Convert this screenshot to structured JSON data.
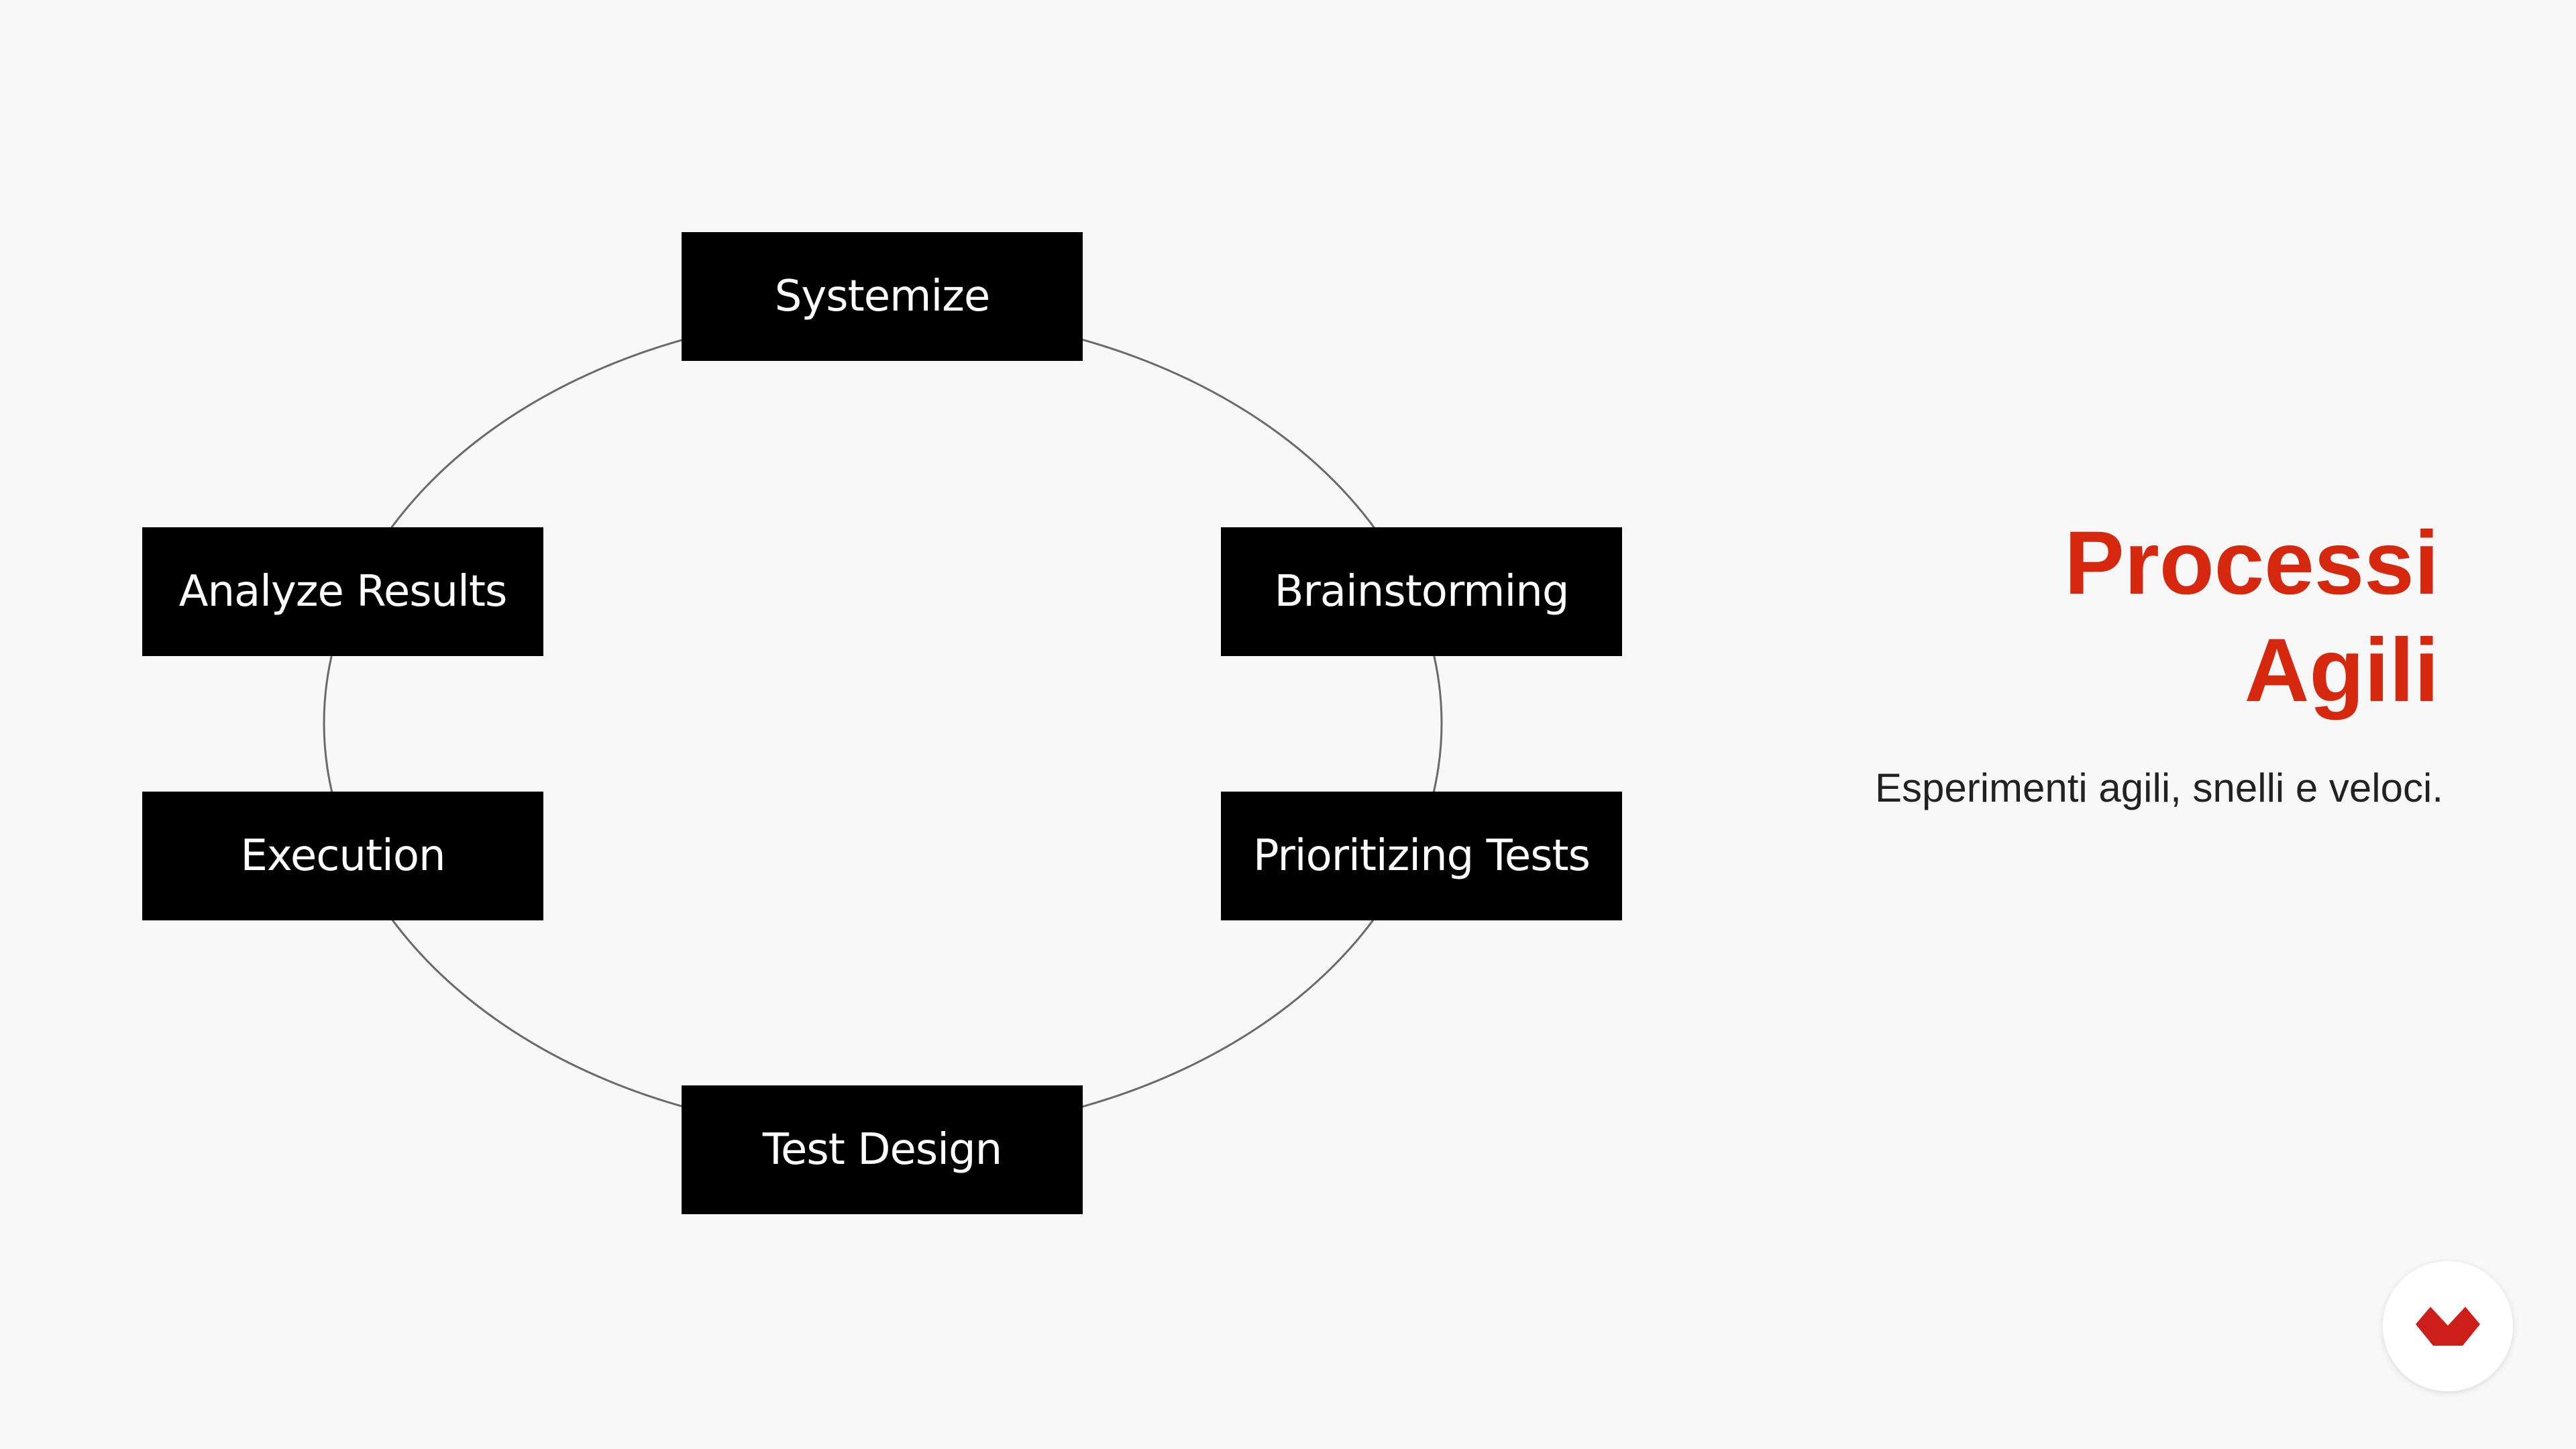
{
  "diagram": {
    "nodes": [
      {
        "id": "systemize",
        "label": "Systemize"
      },
      {
        "id": "brainstorming",
        "label": "Brainstorming"
      },
      {
        "id": "prioritizing-tests",
        "label": "Prioritizing Tests"
      },
      {
        "id": "test-design",
        "label": "Test Design"
      },
      {
        "id": "execution",
        "label": "Execution"
      },
      {
        "id": "analyze-results",
        "label": "Analyze Results"
      }
    ]
  },
  "header": {
    "title_line1": "Processi",
    "title_line2": "Agili",
    "subtitle": "Esperimenti agili, snelli e veloci."
  },
  "colors": {
    "accent": "#d5280f",
    "node_bg": "#000000",
    "node_text": "#ffffff",
    "background": "#f8f8f8"
  },
  "logo": {
    "icon": "brand-logo-icon"
  }
}
